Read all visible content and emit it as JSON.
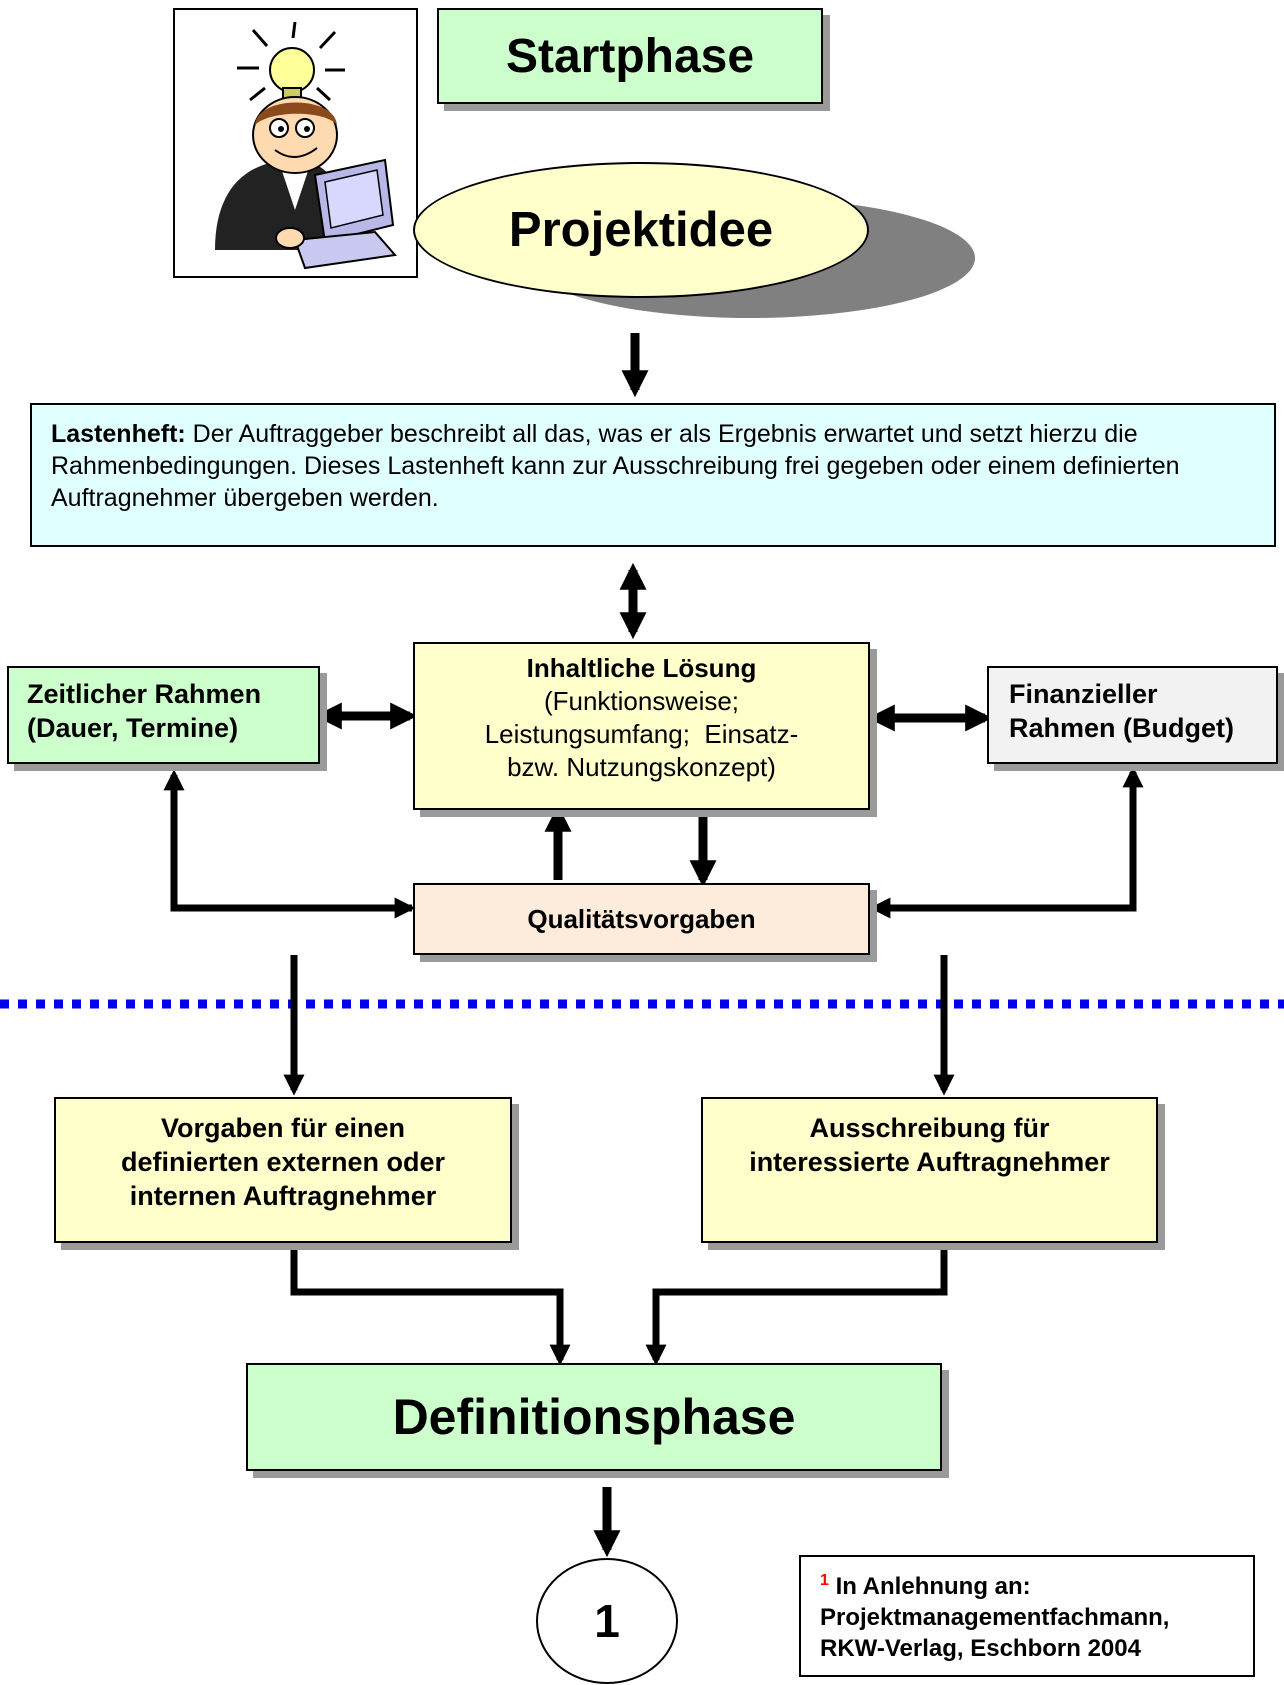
{
  "start": {
    "title": "Startphase"
  },
  "idea": {
    "label": "Projektidee"
  },
  "lastenheft": {
    "term": "Lastenheft:",
    "text": " Der Auftraggeber beschreibt all das, was er als Ergebnis erwartet und setzt hierzu die Rahmenbedingungen. Dieses Lastenheft kann zur Ausschreibung frei gegeben oder einem definierten Auftragnehmer übergeben werden."
  },
  "time_frame": {
    "line1": "Zeitlicher Rahmen",
    "line2": "(Dauer, Termine)"
  },
  "solution": {
    "title": "Inhaltliche Lösung",
    "line1": "(Funktionsweise;",
    "line2": "Leistungsumfang;  Einsatz-",
    "line3": "bzw. Nutzungskonzept)"
  },
  "budget": {
    "line1": "Finanzieller",
    "line2": "Rahmen (Budget)"
  },
  "quality": {
    "label": "Qualitätsvorgaben"
  },
  "spec_box": {
    "line1": "Vorgaben für einen",
    "line2": "definierten externen oder",
    "line3": "internen Auftragnehmer"
  },
  "tender_box": {
    "line1": "Ausschreibung für",
    "line2": "interessierte Auftragnehmer"
  },
  "definition": {
    "title": "Definitionsphase"
  },
  "page_marker": {
    "label": "1"
  },
  "footnote": {
    "mark": "1",
    "line1": " In Anlehnung an:",
    "line2": "Projektmanagementfachmann,",
    "line3": "RKW-Verlag, Eschborn 2004"
  },
  "colors": {
    "phase_green": "#ccffcc",
    "spec_cyan": "#e0ffff",
    "solution_yellow": "#ffffcc",
    "idea_yellow": "#ffffcc",
    "quality_peach": "#fdebdc",
    "budget_grey": "#f2f2f2",
    "divider_blue": "#0000ee",
    "footnote_red": "#ff0000"
  },
  "icons": {
    "clipart": "person-at-computer-with-lightbulb-icon"
  }
}
